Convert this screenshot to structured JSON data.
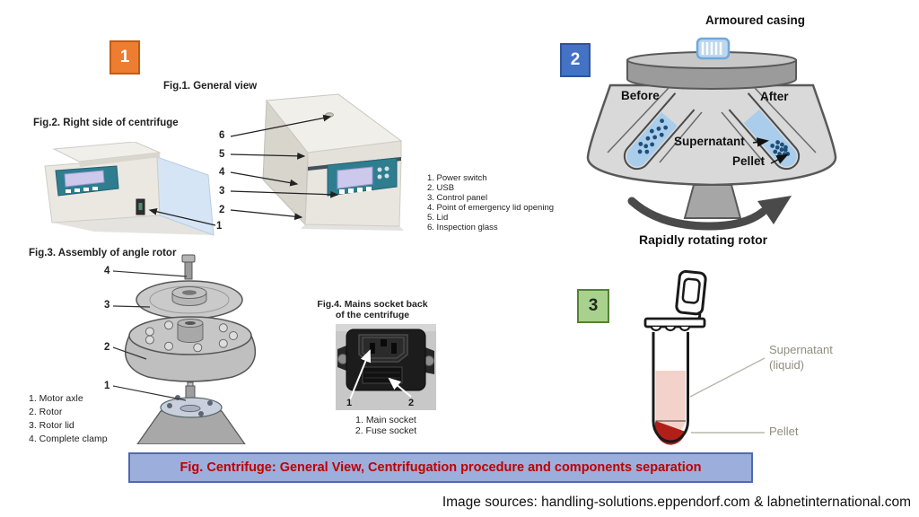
{
  "figures": {
    "fig1": {
      "title": "Fig.1. General view",
      "callouts": [
        "6",
        "5",
        "4",
        "3",
        "2",
        "1"
      ],
      "legend": [
        "1. Power switch",
        "2. USB",
        "3. Control panel",
        "4. Point of emergency lid opening",
        "5. Lid",
        "6. Inspection glass"
      ]
    },
    "fig2": {
      "title": "Fig.2. Right side of centrifuge"
    },
    "fig3": {
      "title": "Fig.3. Assembly of angle rotor",
      "callouts": [
        "4",
        "3",
        "2",
        "1"
      ],
      "legend": [
        "1. Motor axle",
        "2. Rotor",
        "3. Rotor lid",
        "4. Complete clamp"
      ]
    },
    "fig4": {
      "title_line1": "Fig.4. Mains socket back",
      "title_line2": "of the centrifuge",
      "callouts": [
        "1",
        "2"
      ],
      "legend": [
        "1. Main socket",
        "2. Fuse socket"
      ]
    }
  },
  "badges": [
    {
      "label": "1",
      "bg": "#ED7D31",
      "border": "#C55A11",
      "color": "#FFFFFF"
    },
    {
      "label": "2",
      "bg": "#4472C4",
      "border": "#2F5597",
      "color": "#FFFFFF"
    },
    {
      "label": "3",
      "bg": "#A9D18E",
      "border": "#548235",
      "color": "#1F2A1A"
    }
  ],
  "centrifugation_diagram": {
    "armoured_casing": "Armoured casing",
    "before": "Before",
    "after": "After",
    "supernatant": "Supernatant",
    "pellet": "Pellet",
    "caption": "Rapidly rotating rotor",
    "liquid_color": "#A9CDEB",
    "body_color": "#D9D9D9"
  },
  "tube_diagram": {
    "supernatant_line1": "Supernatant",
    "supernatant_line2": "(liquid)",
    "pellet": "Pellet",
    "liquid_color": "#F4D2CC",
    "pellet_color": "#B02018"
  },
  "caption": {
    "text": "Fig. Centrifuge: General View, Centrifugation procedure and components separation",
    "bg": "#9CAEDC",
    "border": "#5069B2",
    "color": "#C00000"
  },
  "source_note": "Image sources: handling-solutions.eppendorf.com & labnetinternational.com"
}
